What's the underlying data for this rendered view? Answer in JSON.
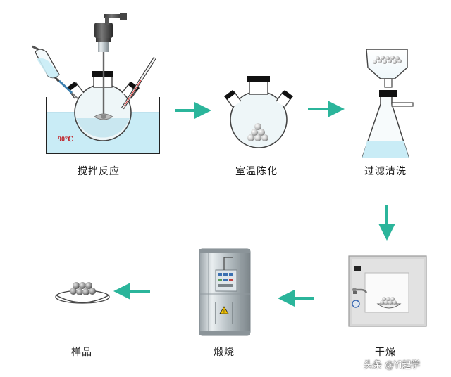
{
  "steps": {
    "stir_reaction": {
      "label": "搅拌反应",
      "temperature": "90℃"
    },
    "room_temp_aging": {
      "label": "室温陈化"
    },
    "filter_wash": {
      "label": "过滤清洗"
    },
    "drying": {
      "label": "干燥"
    },
    "calcination": {
      "label": "煅烧"
    },
    "sample": {
      "label": "样品"
    }
  },
  "watermark": "头条 @Yi起学",
  "colors": {
    "arrow": "#2bb59b",
    "liquid": "#c9ecf6",
    "particles": "#cfcfcf",
    "temperature": "#c0262d"
  }
}
